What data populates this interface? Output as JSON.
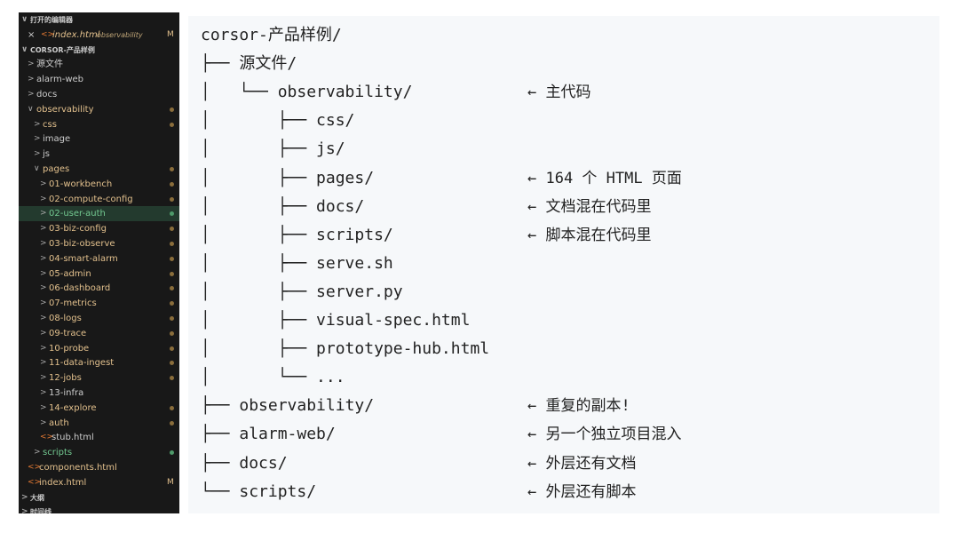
{
  "explorer": {
    "rows": [
      {
        "label": "打开的编辑器",
        "kind": "section",
        "chev": "∨",
        "indent": 0
      },
      {
        "label": "index.html",
        "desc": "observability",
        "kind": "open-editor",
        "flag": "M",
        "flagColor": "#e2c08d"
      },
      {
        "label": "CORSOR-产品样例",
        "kind": "section",
        "chev": "∨",
        "indent": 0
      },
      {
        "label": "源文件",
        "kind": "folder",
        "chev": ">",
        "indent": 1,
        "color": "plain"
      },
      {
        "label": "alarm-web",
        "kind": "folder",
        "chev": ">",
        "indent": 1,
        "color": "plain"
      },
      {
        "label": "docs",
        "kind": "folder",
        "chev": ">",
        "indent": 1,
        "color": "plain"
      },
      {
        "label": "observability",
        "kind": "folder",
        "chev": "∨",
        "indent": 1,
        "color": "folder",
        "dot": "#8a6d3b"
      },
      {
        "label": "css",
        "kind": "folder",
        "chev": ">",
        "indent": 2,
        "color": "folder",
        "dot": "#8a6d3b"
      },
      {
        "label": "image",
        "kind": "folder",
        "chev": ">",
        "indent": 2,
        "color": "plain"
      },
      {
        "label": "js",
        "kind": "folder",
        "chev": ">",
        "indent": 2,
        "color": "plain"
      },
      {
        "label": "pages",
        "kind": "folder",
        "chev": "∨",
        "indent": 2,
        "color": "folder",
        "dot": "#8a6d3b"
      },
      {
        "label": "01-workbench",
        "kind": "folder",
        "chev": ">",
        "indent": 3,
        "color": "folder",
        "dot": "#8a6d3b"
      },
      {
        "label": "02-compute-config",
        "kind": "folder",
        "chev": ">",
        "indent": 3,
        "color": "folder",
        "dot": "#8a6d3b"
      },
      {
        "label": "02-user-auth",
        "kind": "folder",
        "chev": ">",
        "indent": 3,
        "color": "green",
        "dot": "#4e9a6a",
        "selected": true
      },
      {
        "label": "03-biz-config",
        "kind": "folder",
        "chev": ">",
        "indent": 3,
        "color": "folder",
        "dot": "#8a6d3b"
      },
      {
        "label": "03-biz-observe",
        "kind": "folder",
        "chev": ">",
        "indent": 3,
        "color": "folder",
        "dot": "#8a6d3b"
      },
      {
        "label": "04-smart-alarm",
        "kind": "folder",
        "chev": ">",
        "indent": 3,
        "color": "folder",
        "dot": "#8a6d3b"
      },
      {
        "label": "05-admin",
        "kind": "folder",
        "chev": ">",
        "indent": 3,
        "color": "folder",
        "dot": "#8a6d3b"
      },
      {
        "label": "06-dashboard",
        "kind": "folder",
        "chev": ">",
        "indent": 3,
        "color": "folder",
        "dot": "#8a6d3b"
      },
      {
        "label": "07-metrics",
        "kind": "folder",
        "chev": ">",
        "indent": 3,
        "color": "folder",
        "dot": "#8a6d3b"
      },
      {
        "label": "08-logs",
        "kind": "folder",
        "chev": ">",
        "indent": 3,
        "color": "folder",
        "dot": "#8a6d3b"
      },
      {
        "label": "09-trace",
        "kind": "folder",
        "chev": ">",
        "indent": 3,
        "color": "folder",
        "dot": "#8a6d3b"
      },
      {
        "label": "10-probe",
        "kind": "folder",
        "chev": ">",
        "indent": 3,
        "color": "folder",
        "dot": "#8a6d3b"
      },
      {
        "label": "11-data-ingest",
        "kind": "folder",
        "chev": ">",
        "indent": 3,
        "color": "folder",
        "dot": "#8a6d3b"
      },
      {
        "label": "12-jobs",
        "kind": "folder",
        "chev": ">",
        "indent": 3,
        "color": "folder",
        "dot": "#8a6d3b"
      },
      {
        "label": "13-infra",
        "kind": "folder",
        "chev": ">",
        "indent": 3,
        "color": "plain"
      },
      {
        "label": "14-explore",
        "kind": "folder",
        "chev": ">",
        "indent": 3,
        "color": "folder",
        "dot": "#8a6d3b"
      },
      {
        "label": "auth",
        "kind": "folder",
        "chev": ">",
        "indent": 3,
        "color": "folder",
        "dot": "#8a6d3b"
      },
      {
        "label": "stub.html",
        "kind": "file",
        "indent": 3,
        "color": "plain"
      },
      {
        "label": "scripts",
        "kind": "folder",
        "chev": ">",
        "indent": 2,
        "color": "green",
        "dot": "#4e9a6a"
      },
      {
        "label": "components.html",
        "kind": "file",
        "indent": 1,
        "color": "folder"
      },
      {
        "label": "index.html",
        "kind": "file",
        "indent": 1,
        "color": "folder",
        "flag": "M",
        "flagColor": "#e2c08d"
      },
      {
        "label": "大纲",
        "kind": "section",
        "chev": ">",
        "indent": 0
      },
      {
        "label": "时间线",
        "kind": "section",
        "chev": ">",
        "indent": 0
      }
    ]
  },
  "tree": {
    "lines": [
      {
        "prefix": "",
        "name": "corsor-产品样例/",
        "note": ""
      },
      {
        "prefix": "├── ",
        "name": "源文件/",
        "note": ""
      },
      {
        "prefix": "│   └── ",
        "name": "observability/",
        "note": "← 主代码"
      },
      {
        "prefix": "│       ├── ",
        "name": "css/",
        "note": ""
      },
      {
        "prefix": "│       ├── ",
        "name": "js/",
        "note": ""
      },
      {
        "prefix": "│       ├── ",
        "name": "pages/",
        "note": "← 164 个 HTML 页面"
      },
      {
        "prefix": "│       ├── ",
        "name": "docs/",
        "note": "← 文档混在代码里"
      },
      {
        "prefix": "│       ├── ",
        "name": "scripts/",
        "note": "← 脚本混在代码里"
      },
      {
        "prefix": "│       ├── ",
        "name": "serve.sh",
        "note": ""
      },
      {
        "prefix": "│       ├── ",
        "name": "server.py",
        "note": ""
      },
      {
        "prefix": "│       ├── ",
        "name": "visual-spec.html",
        "note": ""
      },
      {
        "prefix": "│       ├── ",
        "name": "prototype-hub.html",
        "note": ""
      },
      {
        "prefix": "│       └── ",
        "name": "...",
        "note": ""
      },
      {
        "prefix": "├── ",
        "name": "observability/",
        "note": "← 重复的副本!"
      },
      {
        "prefix": "├── ",
        "name": "alarm-web/",
        "note": "← 另一个独立项目混入"
      },
      {
        "prefix": "├── ",
        "name": "docs/",
        "note": "← 外层还有文档"
      },
      {
        "prefix": "└── ",
        "name": "scripts/",
        "note": "← 外层还有脚本"
      }
    ]
  }
}
